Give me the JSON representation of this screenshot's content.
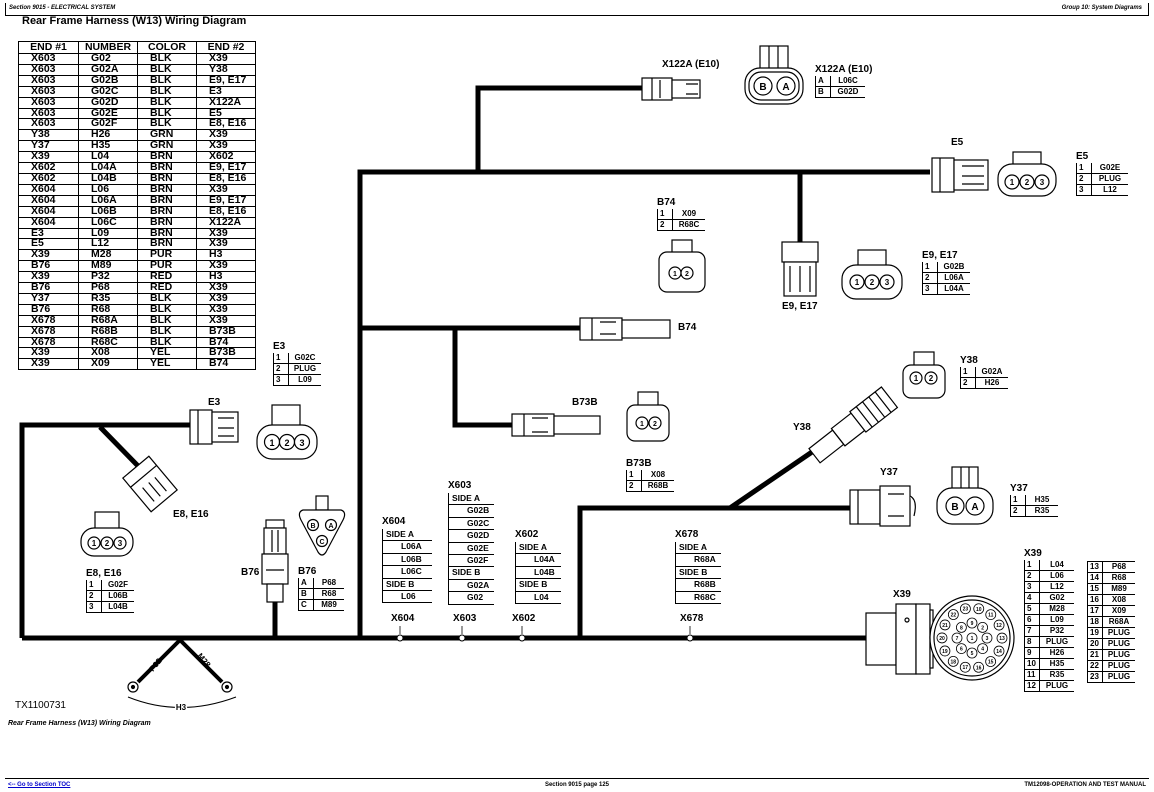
{
  "header": {
    "section": "Section 9015 - ELECTRICAL SYSTEM",
    "group": "Group 10: System Diagrams"
  },
  "title": "Rear Frame Harness (W13) Wiring Diagram",
  "wire_table": {
    "columns": [
      "END #1",
      "NUMBER",
      "COLOR",
      "END #2"
    ],
    "rows": [
      [
        "X603",
        "G02",
        "BLK",
        "X39"
      ],
      [
        "X603",
        "G02A",
        "BLK",
        "Y38"
      ],
      [
        "X603",
        "G02B",
        "BLK",
        "E9, E17"
      ],
      [
        "X603",
        "G02C",
        "BLK",
        "E3"
      ],
      [
        "X603",
        "G02D",
        "BLK",
        "X122A"
      ],
      [
        "X603",
        "G02E",
        "BLK",
        "E5"
      ],
      [
        "X603",
        "G02F",
        "BLK",
        "E8, E16"
      ],
      [
        "Y38",
        "H26",
        "GRN",
        "X39"
      ],
      [
        "Y37",
        "H35",
        "GRN",
        "X39"
      ],
      [
        "X39",
        "L04",
        "BRN",
        "X602"
      ],
      [
        "X602",
        "L04A",
        "BRN",
        "E9, E17"
      ],
      [
        "X602",
        "L04B",
        "BRN",
        "E8, E16"
      ],
      [
        "X604",
        "L06",
        "BRN",
        "X39"
      ],
      [
        "X604",
        "L06A",
        "BRN",
        "E9, E17"
      ],
      [
        "X604",
        "L06B",
        "BRN",
        "E8, E16"
      ],
      [
        "X604",
        "L06C",
        "BRN",
        "X122A"
      ],
      [
        "E3",
        "L09",
        "BRN",
        "X39"
      ],
      [
        "E5",
        "L12",
        "BRN",
        "X39"
      ],
      [
        "X39",
        "M28",
        "PUR",
        "H3"
      ],
      [
        "B76",
        "M89",
        "PUR",
        "X39"
      ],
      [
        "X39",
        "P32",
        "RED",
        "H3"
      ],
      [
        "B76",
        "P68",
        "RED",
        "X39"
      ],
      [
        "Y37",
        "R35",
        "BLK",
        "X39"
      ],
      [
        "B76",
        "R68",
        "BLK",
        "X39"
      ],
      [
        "X678",
        "R68A",
        "BLK",
        "X39"
      ],
      [
        "X678",
        "R68B",
        "BLK",
        "B73B"
      ],
      [
        "X678",
        "R68C",
        "BLK",
        "B74"
      ],
      [
        "X39",
        "X08",
        "YEL",
        "B73B"
      ],
      [
        "X39",
        "X09",
        "YEL",
        "B74"
      ]
    ]
  },
  "connectors": {
    "x122a": {
      "label": "X122A (E10)",
      "pins": [
        {
          "pin": "A",
          "wire": "L06C"
        },
        {
          "pin": "B",
          "wire": "G02D"
        }
      ]
    },
    "e5": {
      "label": "E5",
      "pins": [
        {
          "pin": "1",
          "wire": "G02E"
        },
        {
          "pin": "2",
          "wire": "PLUG"
        },
        {
          "pin": "3",
          "wire": "L12"
        }
      ]
    },
    "b74": {
      "label": "B74",
      "pins": [
        {
          "pin": "1",
          "wire": "X09"
        },
        {
          "pin": "2",
          "wire": "R68C"
        }
      ]
    },
    "e9": {
      "label": "E9, E17",
      "pins": [
        {
          "pin": "1",
          "wire": "G02B"
        },
        {
          "pin": "2",
          "wire": "L06A"
        },
        {
          "pin": "3",
          "wire": "L04A"
        }
      ]
    },
    "y38": {
      "label": "Y38",
      "pins": [
        {
          "pin": "1",
          "wire": "G02A"
        },
        {
          "pin": "2",
          "wire": "H26"
        }
      ]
    },
    "e3": {
      "label": "E3",
      "pins": [
        {
          "pin": "1",
          "wire": "G02C"
        },
        {
          "pin": "2",
          "wire": "PLUG"
        },
        {
          "pin": "3",
          "wire": "L09"
        }
      ]
    },
    "b73b": {
      "label": "B73B",
      "pins": [
        {
          "pin": "1",
          "wire": "X08"
        },
        {
          "pin": "2",
          "wire": "R68B"
        }
      ]
    },
    "y37": {
      "label": "Y37",
      "pins": [
        {
          "pin": "1",
          "wire": "H35"
        },
        {
          "pin": "2",
          "wire": "R35"
        }
      ]
    },
    "e8": {
      "label": "E8, E16",
      "pins": [
        {
          "pin": "1",
          "wire": "G02F"
        },
        {
          "pin": "2",
          "wire": "L06B"
        },
        {
          "pin": "3",
          "wire": "L04B"
        }
      ]
    },
    "b76": {
      "label": "B76",
      "pins": [
        {
          "pin": "A",
          "wire": "P68"
        },
        {
          "pin": "B",
          "wire": "R68"
        },
        {
          "pin": "C",
          "wire": "M89"
        }
      ]
    },
    "x39": {
      "label": "X39",
      "pins": [
        {
          "pin": "1",
          "wire": "L04"
        },
        {
          "pin": "2",
          "wire": "L06"
        },
        {
          "pin": "3",
          "wire": "L12"
        },
        {
          "pin": "4",
          "wire": "G02"
        },
        {
          "pin": "5",
          "wire": "M28"
        },
        {
          "pin": "6",
          "wire": "L09"
        },
        {
          "pin": "7",
          "wire": "P32"
        },
        {
          "pin": "8",
          "wire": "PLUG"
        },
        {
          "pin": "9",
          "wire": "H26"
        },
        {
          "pin": "10",
          "wire": "H35"
        },
        {
          "pin": "11",
          "wire": "R35"
        },
        {
          "pin": "12",
          "wire": "PLUG"
        },
        {
          "pin": "13",
          "wire": "P68"
        },
        {
          "pin": "14",
          "wire": "R68"
        },
        {
          "pin": "15",
          "wire": "M89"
        },
        {
          "pin": "16",
          "wire": "X08"
        },
        {
          "pin": "17",
          "wire": "X09"
        },
        {
          "pin": "18",
          "wire": "R68A"
        },
        {
          "pin": "19",
          "wire": "PLUG"
        },
        {
          "pin": "20",
          "wire": "PLUG"
        },
        {
          "pin": "21",
          "wire": "PLUG"
        },
        {
          "pin": "22",
          "wire": "PLUG"
        },
        {
          "pin": "23",
          "wire": "PLUG"
        }
      ]
    }
  },
  "splices": {
    "x604": {
      "label": "X604",
      "rows": [
        {
          "text": "SIDE A",
          "side": true
        },
        {
          "text": "L06A"
        },
        {
          "text": "L06B"
        },
        {
          "text": "L06C"
        },
        {
          "text": "SIDE B",
          "side": true
        },
        {
          "text": "L06"
        }
      ]
    },
    "x603": {
      "label": "X603",
      "rows": [
        {
          "text": "SIDE A",
          "side": true
        },
        {
          "text": "G02B"
        },
        {
          "text": "G02C"
        },
        {
          "text": "G02D"
        },
        {
          "text": "G02E"
        },
        {
          "text": "G02F"
        },
        {
          "text": "SIDE B",
          "side": true
        },
        {
          "text": "G02A"
        },
        {
          "text": "G02"
        }
      ]
    },
    "x602": {
      "label": "X602",
      "rows": [
        {
          "text": "SIDE A",
          "side": true
        },
        {
          "text": "L04A"
        },
        {
          "text": "L04B"
        },
        {
          "text": "SIDE B",
          "side": true
        },
        {
          "text": "L04"
        }
      ]
    },
    "x678": {
      "label": "X678",
      "rows": [
        {
          "text": "SIDE A",
          "side": true
        },
        {
          "text": "R68A"
        },
        {
          "text": "SIDE B",
          "side": true
        },
        {
          "text": "R68B"
        },
        {
          "text": "R68C"
        }
      ]
    }
  },
  "ground": {
    "label": "H3",
    "wires": [
      "P32",
      "M28"
    ]
  },
  "figure_id": "TX1100731",
  "caption": "Rear Frame Harness (W13) Wiring Diagram",
  "footer": {
    "toc_link": "<-- Go to Section TOC",
    "page": "Section 9015 page 125",
    "manual": "TM12098-OPERATION AND TEST MANUAL"
  }
}
